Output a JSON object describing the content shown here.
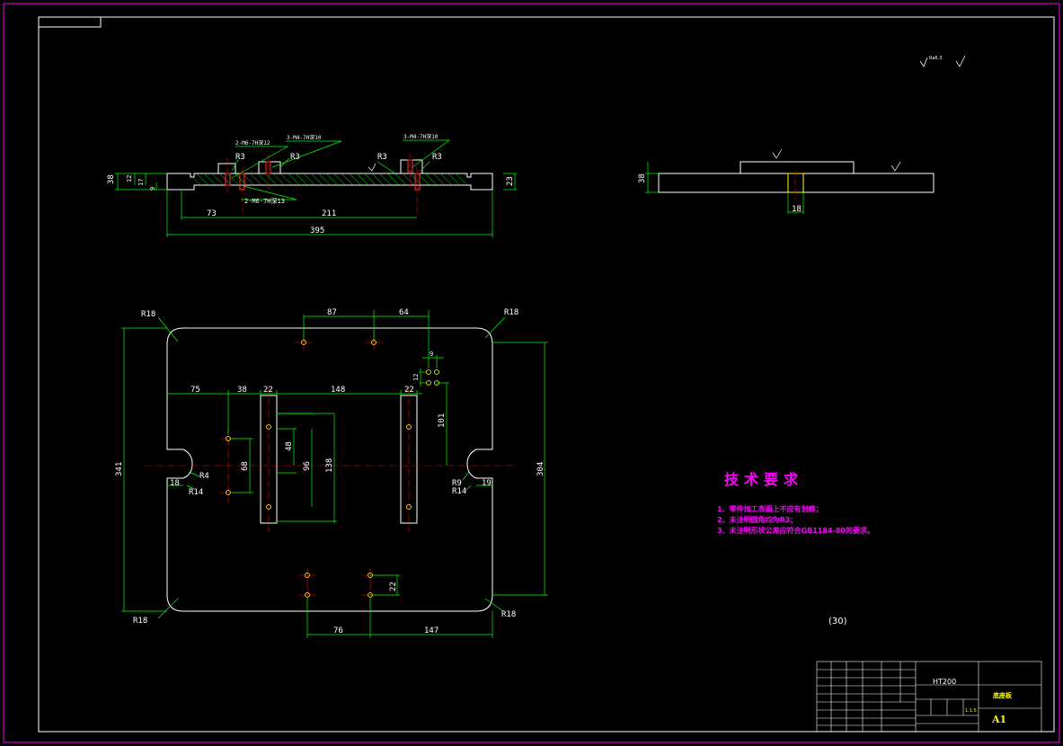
{
  "colors": {
    "frame": "#ff00ff",
    "border": "#ffffff",
    "dimension": "#00ff00",
    "center": "#ff0000",
    "hatch": "#00ff00",
    "hole": "#ffff00",
    "notes": "#ff00ff"
  },
  "top_view": {
    "labels": {
      "t1": "2-M6-7H深12",
      "t2": "3-M4-7H深10",
      "t3": "3-M4-7H深10",
      "t4": "2-M6-7H深13",
      "r1": "R3",
      "r2": "R3",
      "r3": "R3",
      "r4": "R3",
      "d38": "38",
      "d12": "12",
      "d17": "17",
      "d9": "9",
      "d23": "23",
      "d73": "73",
      "d211": "211",
      "d395": "395"
    }
  },
  "side_view": {
    "labels": {
      "d38": "38",
      "d18": "18"
    }
  },
  "plan_view": {
    "labels": {
      "r18a": "R18",
      "r18b": "R18",
      "r18c": "R18",
      "r18d": "R18",
      "d87": "87",
      "d64": "64",
      "d9": "9",
      "d12": "12",
      "d75": "75",
      "d38": "38",
      "d22a": "22",
      "d148": "148",
      "d22b": "22",
      "d101": "101",
      "d48": "48",
      "d96": "96",
      "d138": "138",
      "d68": "68",
      "d341": "341",
      "d304": "304",
      "r4": "R4",
      "r14a": "R14",
      "d18": "18",
      "r9": "R9",
      "r14b": "R14",
      "d19": "19",
      "d22c": "22",
      "d76": "76",
      "d147": "147"
    }
  },
  "roughness_note": "Ra6.3",
  "tech_req": {
    "title": "技术要求",
    "lines": [
      "1、零件加工表面上不应有划痕；",
      "2、未注明圆角均为R3；",
      "3、未注明形状公差应符合GB1184-80的要求。"
    ]
  },
  "mark_30": "(30)",
  "title_block": {
    "material": "HT200",
    "part_name": "底座板",
    "sheet_size": "A1",
    "scale": "1:1.5"
  }
}
